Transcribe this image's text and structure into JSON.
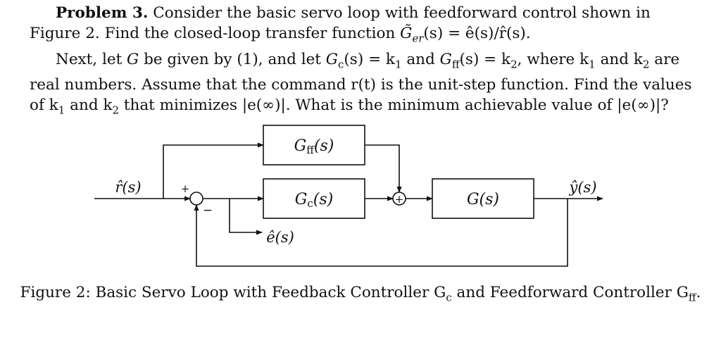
{
  "problem": {
    "heading": "Problem 3.",
    "p1": {
      "a": "Consider the basic servo loop with feedforward control shown in Figure 2. Find the closed-loop transfer function ",
      "tf_symbol": "G̃",
      "tf_sub": "er",
      "b": "(s) = ê(s)/r̂(s)."
    },
    "p2": {
      "a": "Next, let ",
      "G": "G",
      "b": " be given by (1), and let ",
      "Gc": "G",
      "Gc_sub": "c",
      "c": "(s) = k",
      "k1_sub": "1",
      "d": " and ",
      "Gff": "G",
      "Gff_sub": "ff",
      "e": "(s) = k",
      "k2_sub": "2",
      "f": ", where k",
      "k1b_sub": "1",
      "g": " and k",
      "k2b_sub": "2",
      "h": " are real numbers. Assume that the command r(t) is the unit-step function. Find the values of k",
      "k1c_sub": "1",
      "i": " and k",
      "k2c_sub": "2",
      "j": " that minimizes |e(∞)|. What is the minimum achievable value of |e(∞)|?"
    }
  },
  "diagram": {
    "block_gff": "G",
    "block_gff_sub": "ff",
    "block_gff_arg": "(s)",
    "block_gc": "G",
    "block_gc_sub": "c",
    "block_gc_arg": "(s)",
    "block_g": "G(s)",
    "input_label": "r̂(s)",
    "output_label": "ŷ(s)",
    "error_label": "ê(s)",
    "plus_sign": "+",
    "minus_sign": "−",
    "sum2_sign": "+"
  },
  "caption": {
    "a": "Figure 2: Basic Servo Loop with Feedback Controller G",
    "a_sub": "c",
    "b": " and Feedforward Controller G",
    "b_sub": "ff",
    "c": "."
  }
}
